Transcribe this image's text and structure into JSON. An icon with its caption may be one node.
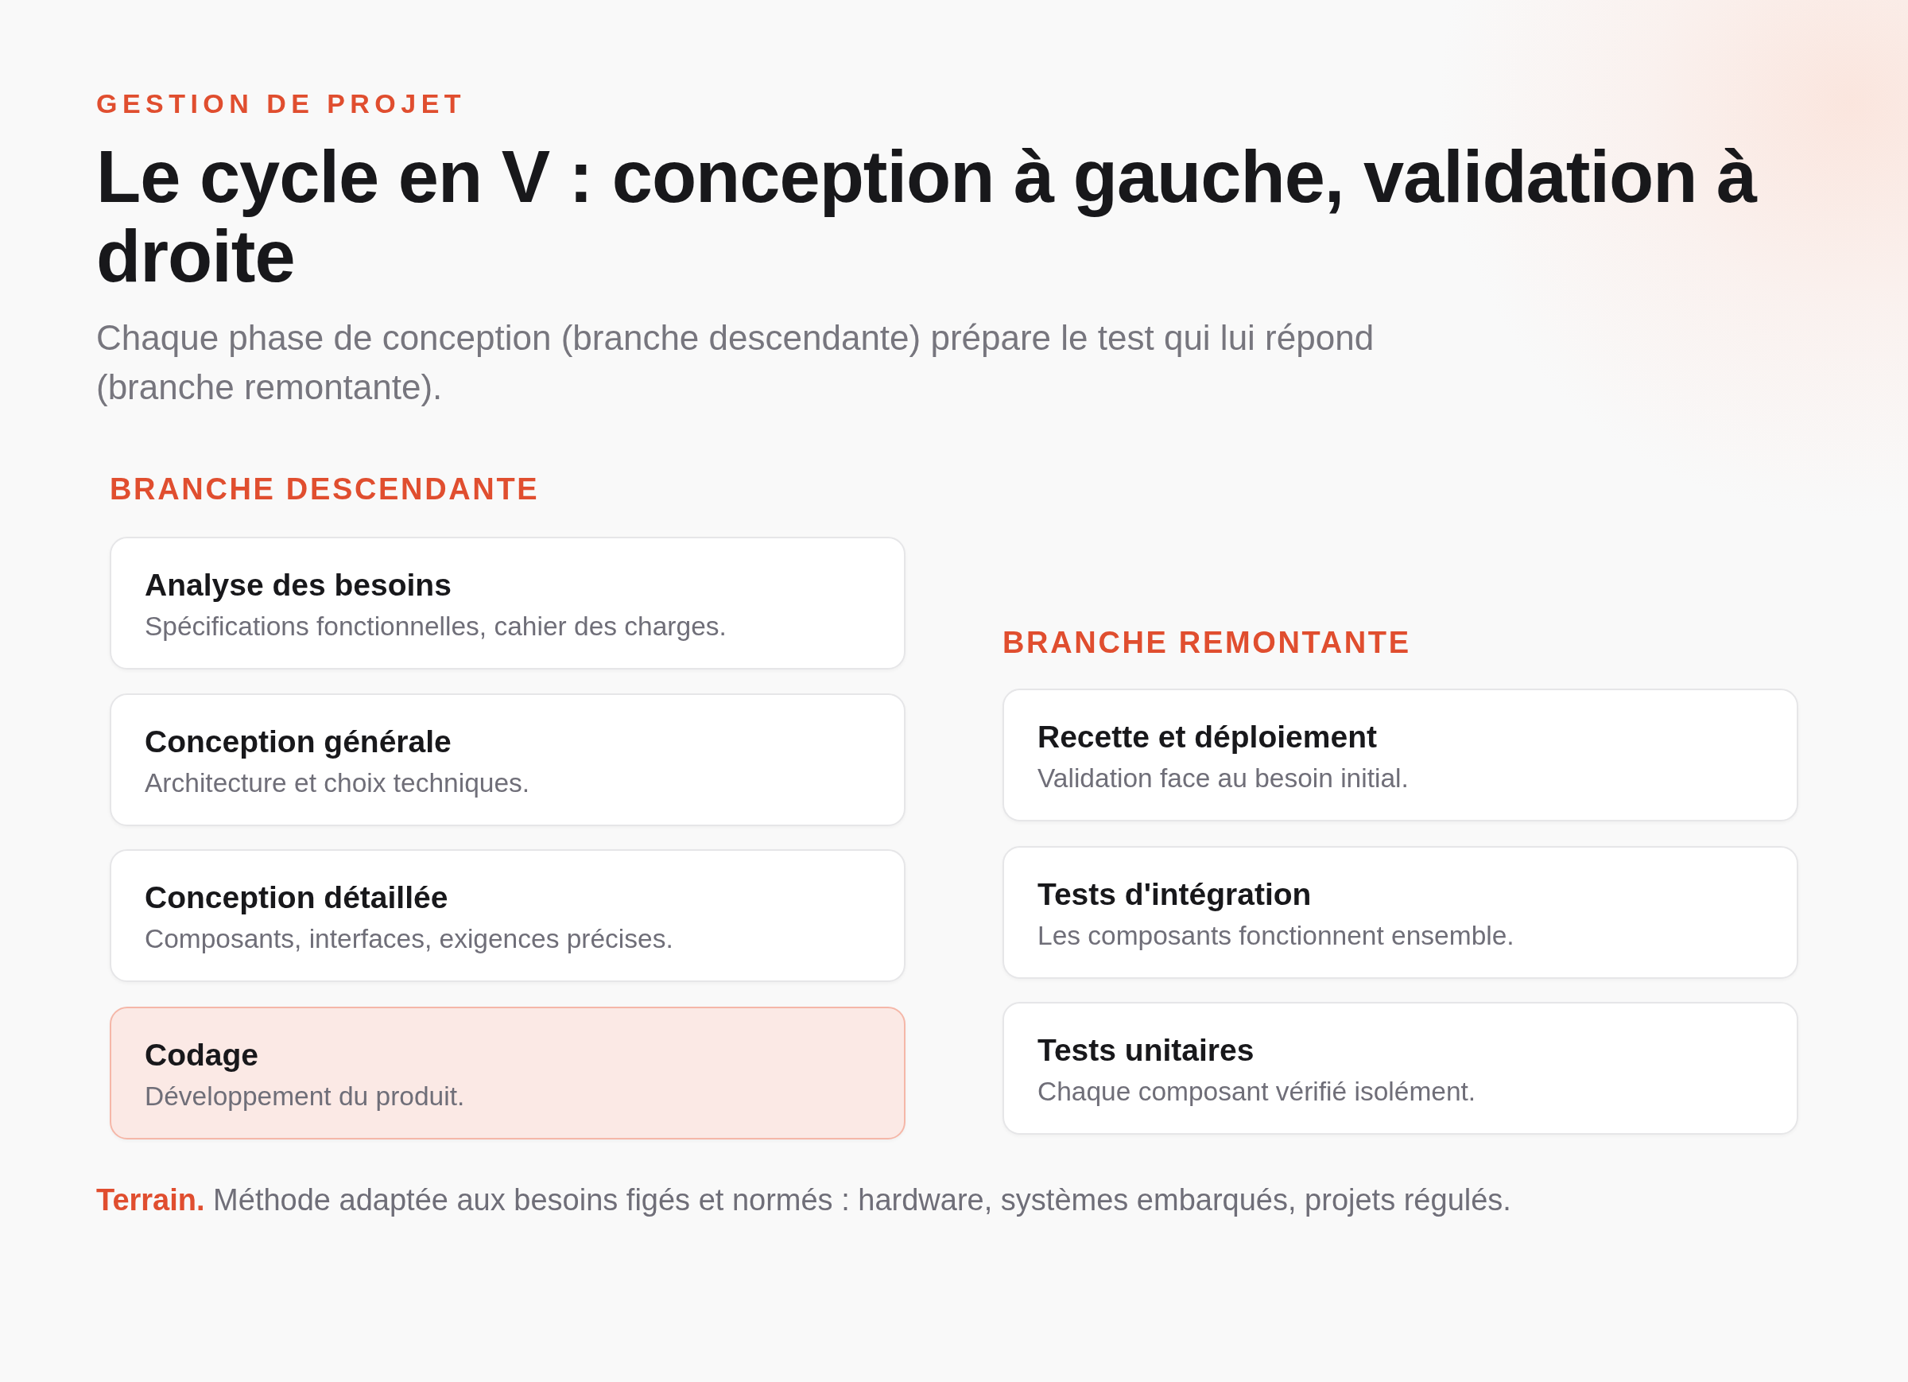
{
  "diagram": {
    "title": "Le cycle en V : conception à gauche, validation à droite",
    "nodes": [
      {
        "text": [
          "Analyse des besoins",
          "Spécifications fonctionnelles, cahier des charges."
        ]
      },
      {
        "text": [
          "Conception générale",
          "Architecture et choix techniques."
        ]
      },
      {
        "text": [
          "Conception détaillée",
          "Composants, interfaces, exigences précises."
        ]
      },
      {
        "text": [
          "Codage",
          "Développement du produit."
        ]
      },
      {
        "text": [
          "Recette et déploiement",
          "Validation face au besoin initial."
        ]
      },
      {
        "text": [
          "Tests d'intégration",
          "Les composants fonctionnent ensemble."
        ]
      },
      {
        "text": [
          "Tests unitaires",
          "Chaque composant vérifié isolément."
        ]
      }
    ],
    "labels": [
      "GESTION DE PROJET",
      "Chaque phase de conception (branche descendante) prépare le test qui lui répond (branche remontante).",
      "BRANCHE DESCENDANTE",
      "BRANCHE REMONTANTE",
      "**Terrain.** Méthode adaptée aux besoins figés et normés : hardware, systèmes embarqués, projets régulés."
    ]
  }
}
